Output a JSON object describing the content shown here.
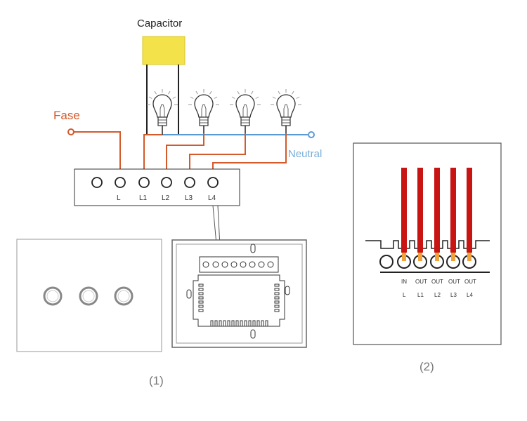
{
  "wiring": {
    "capacitor_label": "Capacitor",
    "fase_label": "Fase",
    "neutral_label": "Neutral",
    "terminal_labels": [
      "L",
      "L1",
      "L2",
      "L3",
      "L4"
    ],
    "bulb_count": 4
  },
  "panel1": {
    "caption": "(1)",
    "button_count": 3
  },
  "panel2": {
    "caption": "(2)",
    "direction_labels": [
      "IN",
      "OUT",
      "OUT",
      "OUT",
      "OUT"
    ],
    "terminal_labels": [
      "L",
      "L1",
      "L2",
      "L3",
      "L4"
    ]
  },
  "colors": {
    "fase_wire": "#d35a2a",
    "neutral_wire": "#5b9bd5",
    "capacitor": "#f3e24a",
    "red_wire": "#c91414",
    "outline": "#333333"
  }
}
